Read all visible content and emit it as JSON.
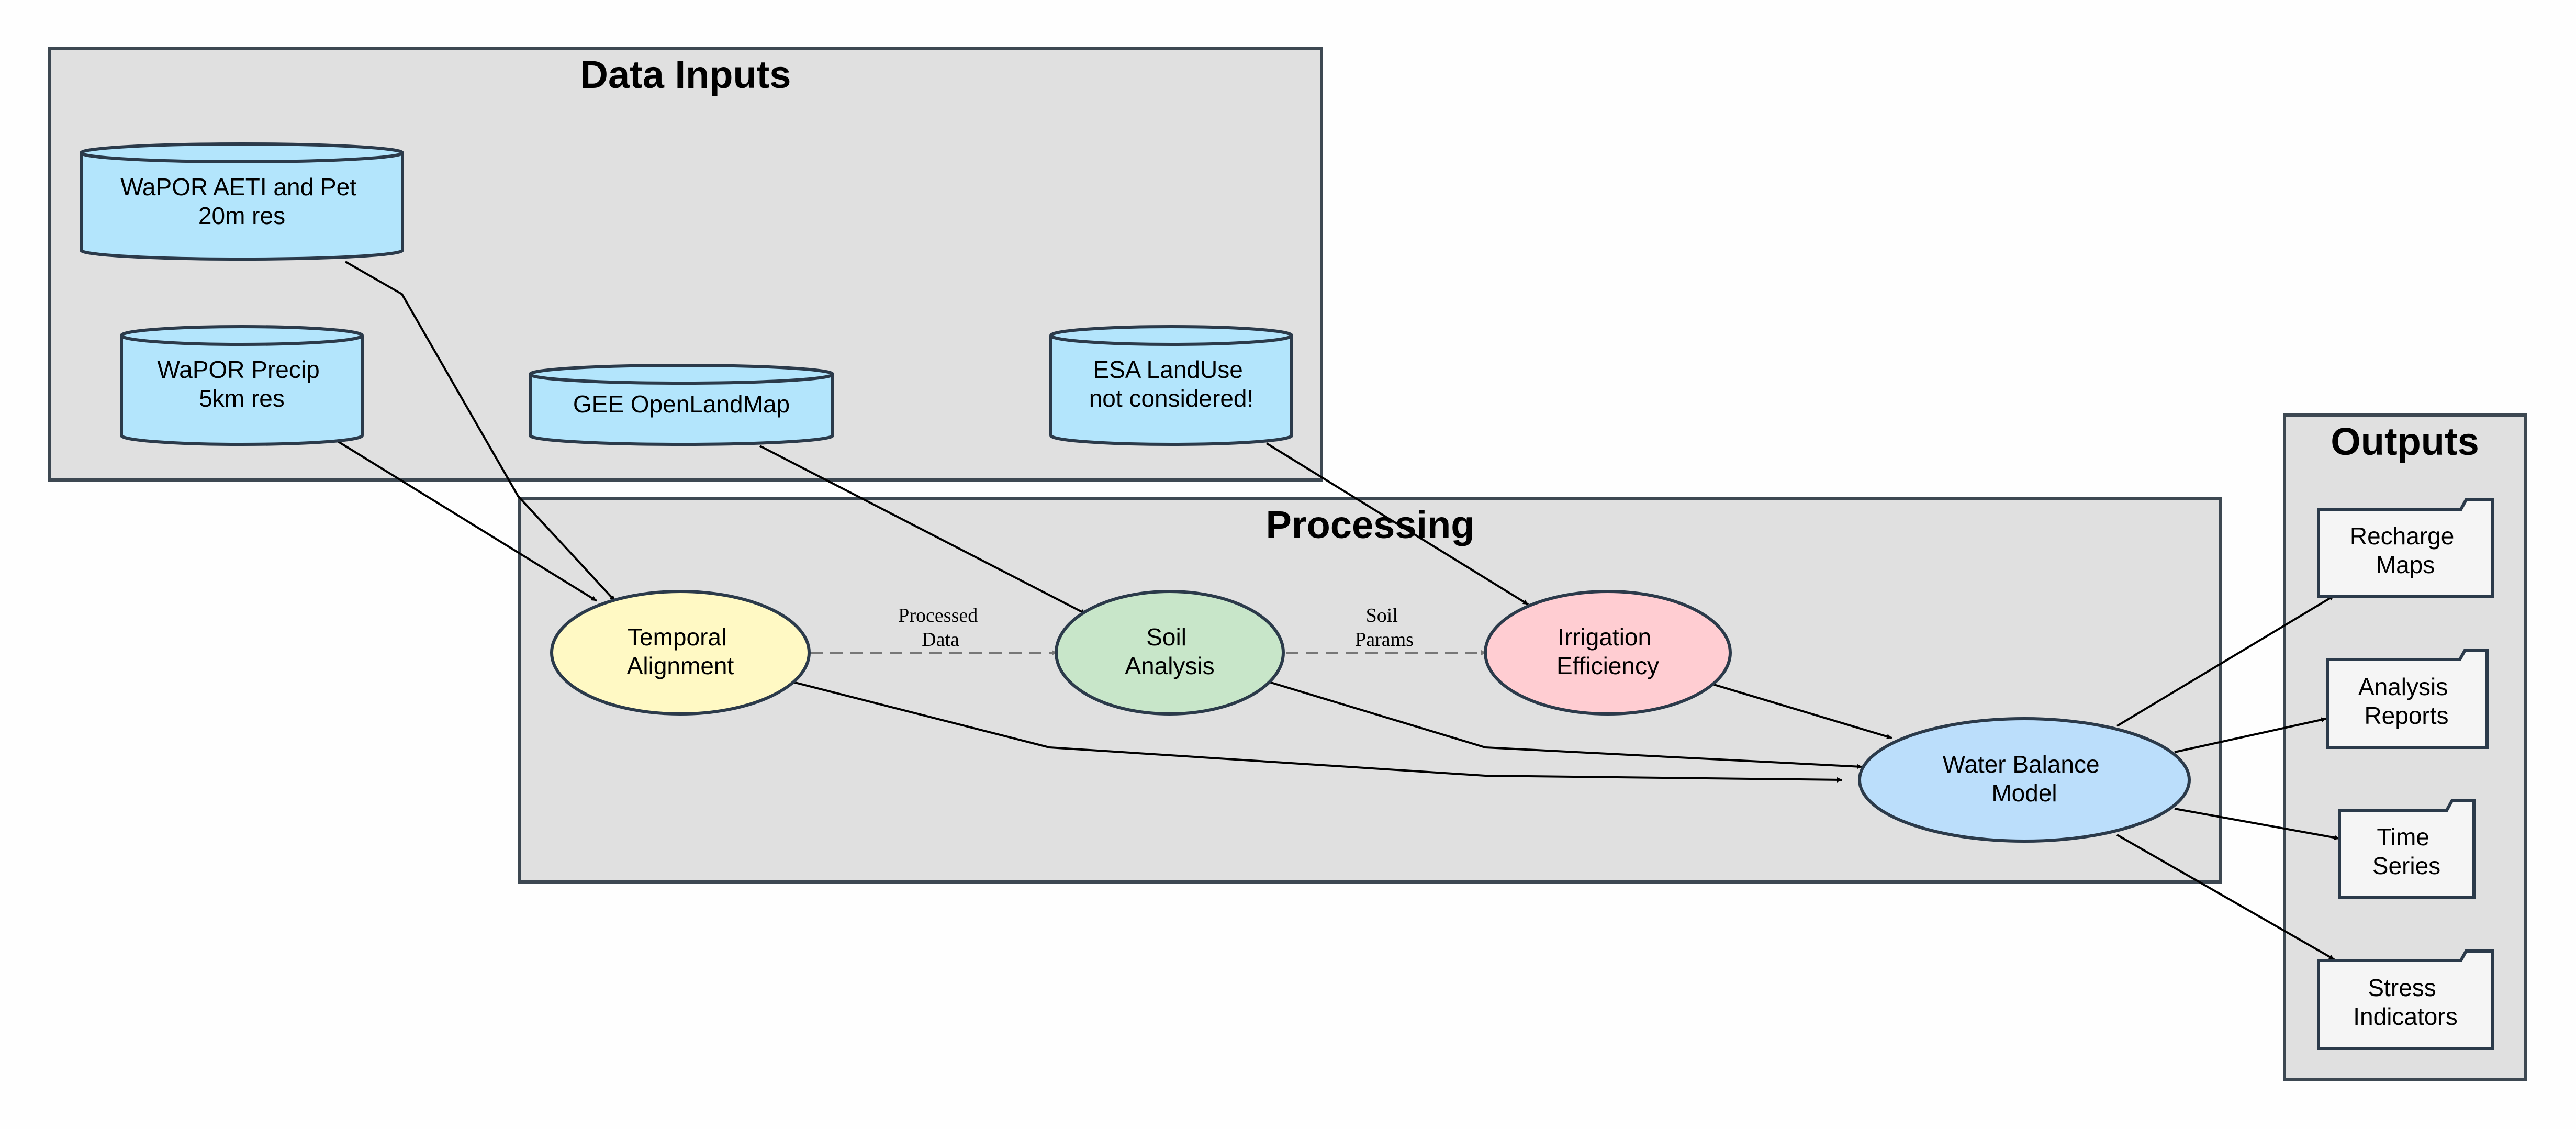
{
  "clusters": {
    "inputs": {
      "title": "Data Inputs"
    },
    "processing": {
      "title": "Processing"
    },
    "outputs": {
      "title": "Outputs"
    }
  },
  "inputs": {
    "wapor_aeti": [
      "WaPOR AETI and Pet",
      "20m res"
    ],
    "wapor_precip": [
      "WaPOR Precip",
      "5km res"
    ],
    "gee": [
      "GEE OpenLandMap"
    ],
    "esa": [
      "ESA LandUse",
      "not considered!"
    ]
  },
  "processing": {
    "temporal": [
      "Temporal",
      "Alignment"
    ],
    "soil": [
      "Soil",
      "Analysis"
    ],
    "irrigation": [
      "Irrigation",
      "Efficiency"
    ],
    "water_balance": [
      "Water Balance",
      "Model"
    ]
  },
  "outputs": {
    "recharge": [
      "Recharge",
      "Maps"
    ],
    "analysis": [
      "Analysis",
      "Reports"
    ],
    "timeseries": [
      "Time",
      "Series"
    ],
    "stress": [
      "Stress",
      "Indicators"
    ]
  },
  "edge_labels": {
    "processed": [
      "Processed",
      "Data"
    ],
    "soil_params": [
      "Soil",
      "Params"
    ]
  },
  "colors": {
    "cluster_fill": "#e0e0e0",
    "cluster_stroke": "#3d4852",
    "cylinder_fill": "#b3e5fc",
    "temporal_fill": "#fff9c4",
    "soil_fill": "#c8e6c9",
    "irrigation_fill": "#ffcdd2",
    "water_balance_fill": "#bbdefb",
    "output_fill": "#f5f5f5",
    "node_stroke": "#2b3a4a",
    "dashed_edge": "#777777"
  }
}
